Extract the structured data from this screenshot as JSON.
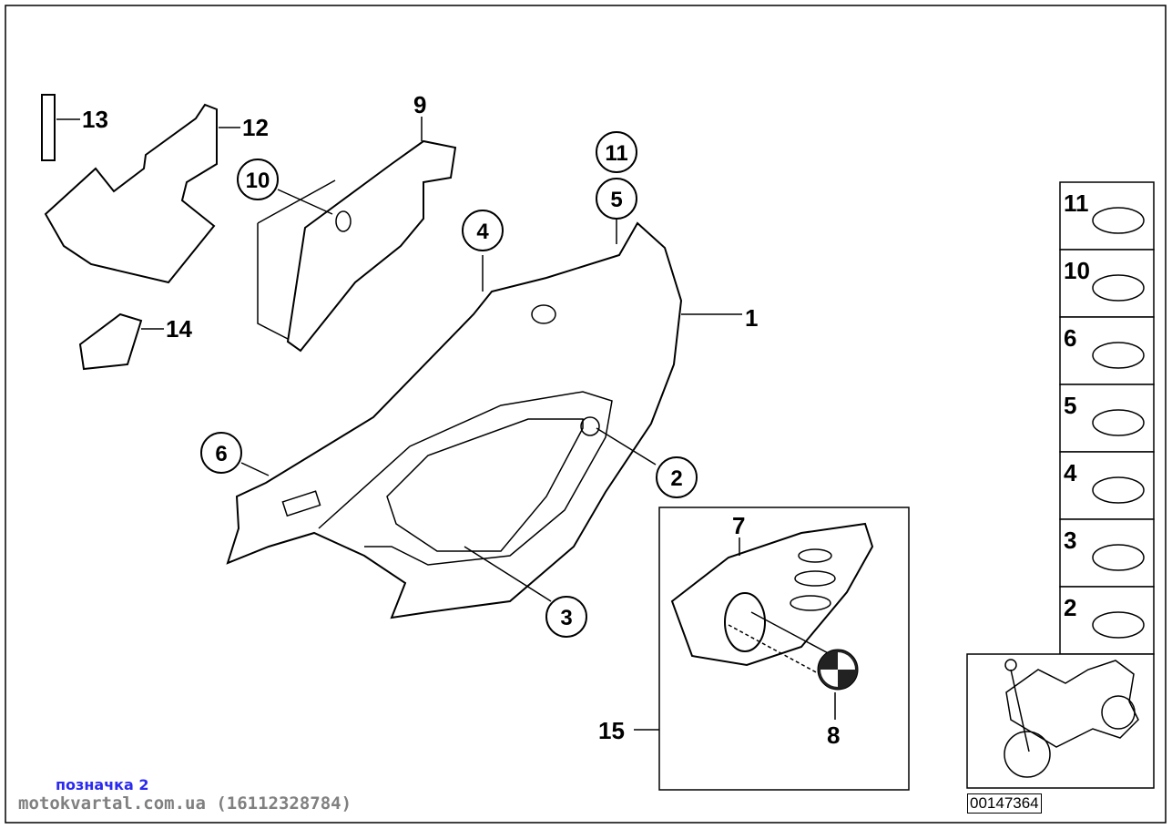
{
  "labels": {
    "l1": "1",
    "l2": "2",
    "l3": "3",
    "l4": "4",
    "l5": "5",
    "l6": "6",
    "l7": "7",
    "l8": "8",
    "l9": "9",
    "l10": "10",
    "l11": "11",
    "l12": "12",
    "l13": "13",
    "l14": "14",
    "l15": "15"
  },
  "sidebar": [
    "11",
    "10",
    "6",
    "5",
    "4",
    "3",
    "2"
  ],
  "diagram_code": "00147364",
  "watermark": {
    "tag": "позначка 2",
    "site": "motokvartal.com.ua (16112328784)"
  }
}
